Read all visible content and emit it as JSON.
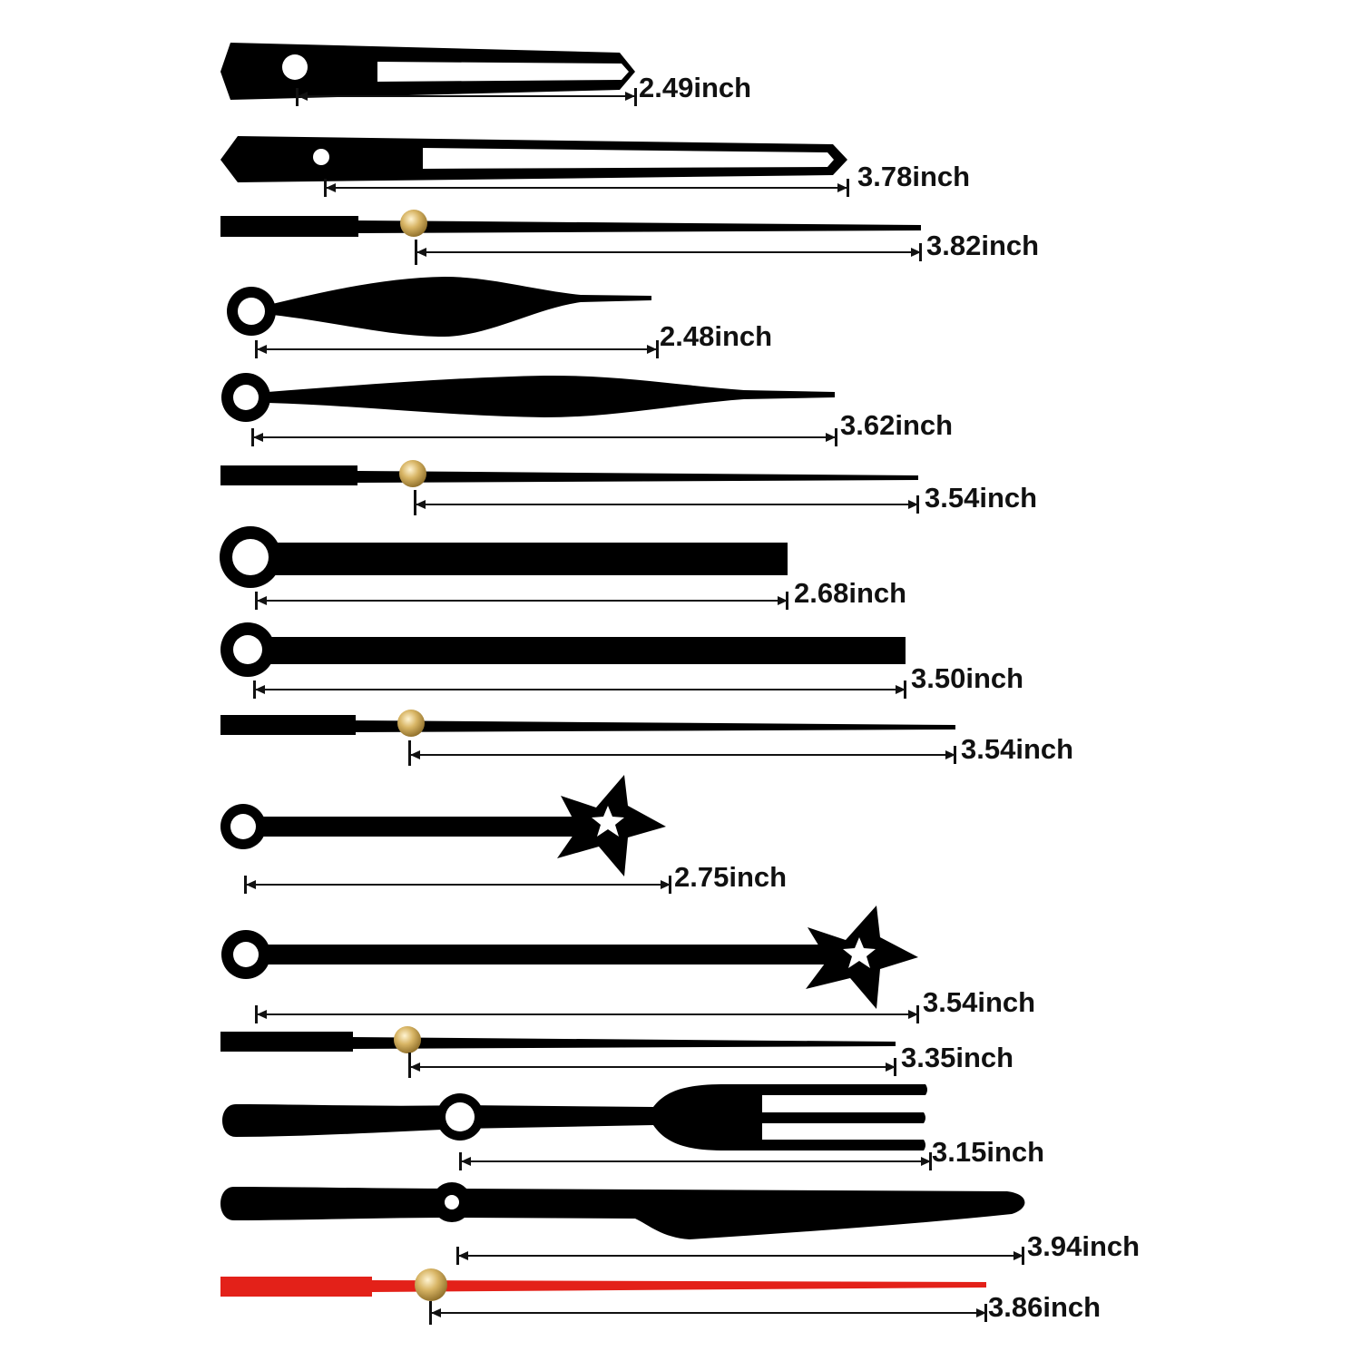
{
  "colors": {
    "hand": "#000000",
    "second_hand_accent": "#e32119",
    "pin": "#c9a24a",
    "dimension_line": "#111111"
  },
  "hands": [
    {
      "style": "hollow-sword",
      "length": "2.49inch"
    },
    {
      "style": "hollow-sword",
      "length": "3.78inch"
    },
    {
      "style": "second-hand",
      "length": "3.82inch"
    },
    {
      "style": "leaf",
      "length": "2.48inch"
    },
    {
      "style": "leaf",
      "length": "3.62inch"
    },
    {
      "style": "second-hand",
      "length": "3.54inch"
    },
    {
      "style": "baton",
      "length": "2.68inch"
    },
    {
      "style": "baton",
      "length": "3.50inch"
    },
    {
      "style": "second-hand",
      "length": "3.54inch"
    },
    {
      "style": "star",
      "length": "2.75inch"
    },
    {
      "style": "star",
      "length": "3.54inch"
    },
    {
      "style": "second-hand",
      "length": "3.35inch"
    },
    {
      "style": "fork",
      "length": "3.15inch"
    },
    {
      "style": "knife",
      "length": "3.94inch"
    },
    {
      "style": "second-hand-red",
      "length": "3.86inch"
    }
  ]
}
